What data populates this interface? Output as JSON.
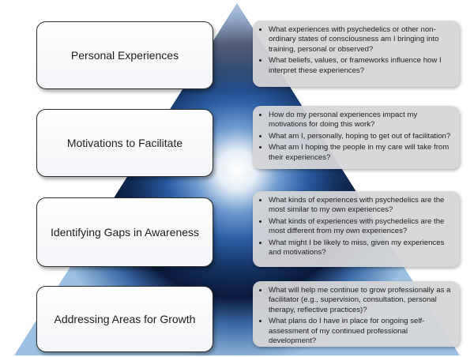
{
  "levels": [
    {
      "label": "Personal Experiences",
      "questions": [
        "What experiences with psychedelics or other non-ordinary states of consciousness am I bringing into training, personal or observed?",
        "What beliefs, values, or frameworks influence how I interpret these experiences?"
      ]
    },
    {
      "label": "Motivations to Facilitate",
      "questions": [
        "How do my personal experiences impact my motivations for doing this work?",
        "What am I, personally, hoping to get out of facilitation?",
        "What am I hoping the people in my care will take from their experiences?"
      ]
    },
    {
      "label": "Identifying Gaps in Awareness",
      "questions": [
        "What kinds of experiences with psychedelics are the most similar to my own experiences?",
        "What kinds of experiences with psychedelics are the most different from my own experiences?",
        "What might I be likely to miss, given my experiences and motivations?"
      ]
    },
    {
      "label": "Addressing Areas for Growth",
      "questions": [
        "What will help me continue to grow professionally as a facilitator (e.g., supervision, consultation, personal therapy, reflective practices)?",
        "What plans do I have in place for ongoing self-assessment of my continued professional development?"
      ]
    }
  ],
  "colors": {
    "pyramid_dark": "#0b1a3d",
    "pyramid_mid": "#3c75b8",
    "pyramid_light": "#ffffff"
  }
}
